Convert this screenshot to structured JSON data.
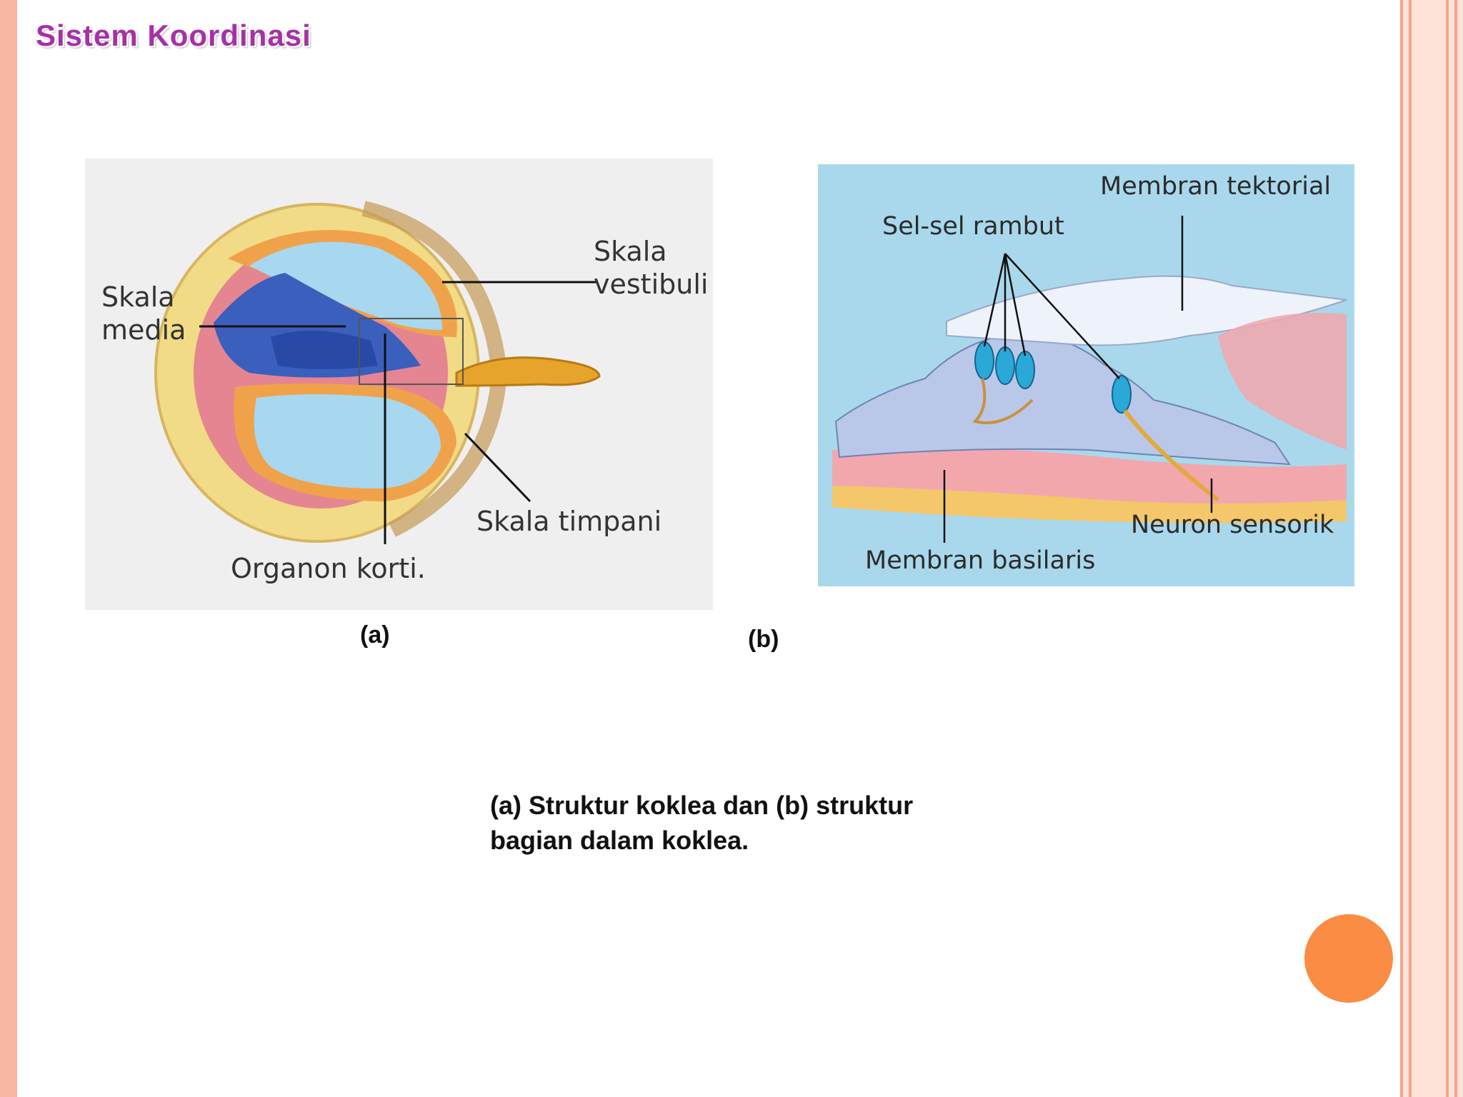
{
  "title": "Sistem Koordinasi",
  "figure_a": {
    "labels": {
      "skala_media": [
        "Skala",
        "media"
      ],
      "skala_vestibuli": [
        "Skala",
        "vestibuli"
      ],
      "skala_timpani": "Skala timpani",
      "organon_korti": "Organon korti."
    },
    "tag": "(a)"
  },
  "figure_b": {
    "labels": {
      "membran_tektorial": "Membran tektorial",
      "sel_sel_rambut": "Sel-sel rambut",
      "neuron_sensorik": "Neuron sensorik",
      "membran_basilaris": "Membran basilaris"
    },
    "tag": "(b)"
  },
  "caption": [
    "(a) Struktur koklea dan (b) struktur",
    "bagian dalam koklea."
  ],
  "colors": {
    "title": "#a531a5",
    "accent_circle": "#fb8c43",
    "side_bar": "#f7b7a3"
  }
}
